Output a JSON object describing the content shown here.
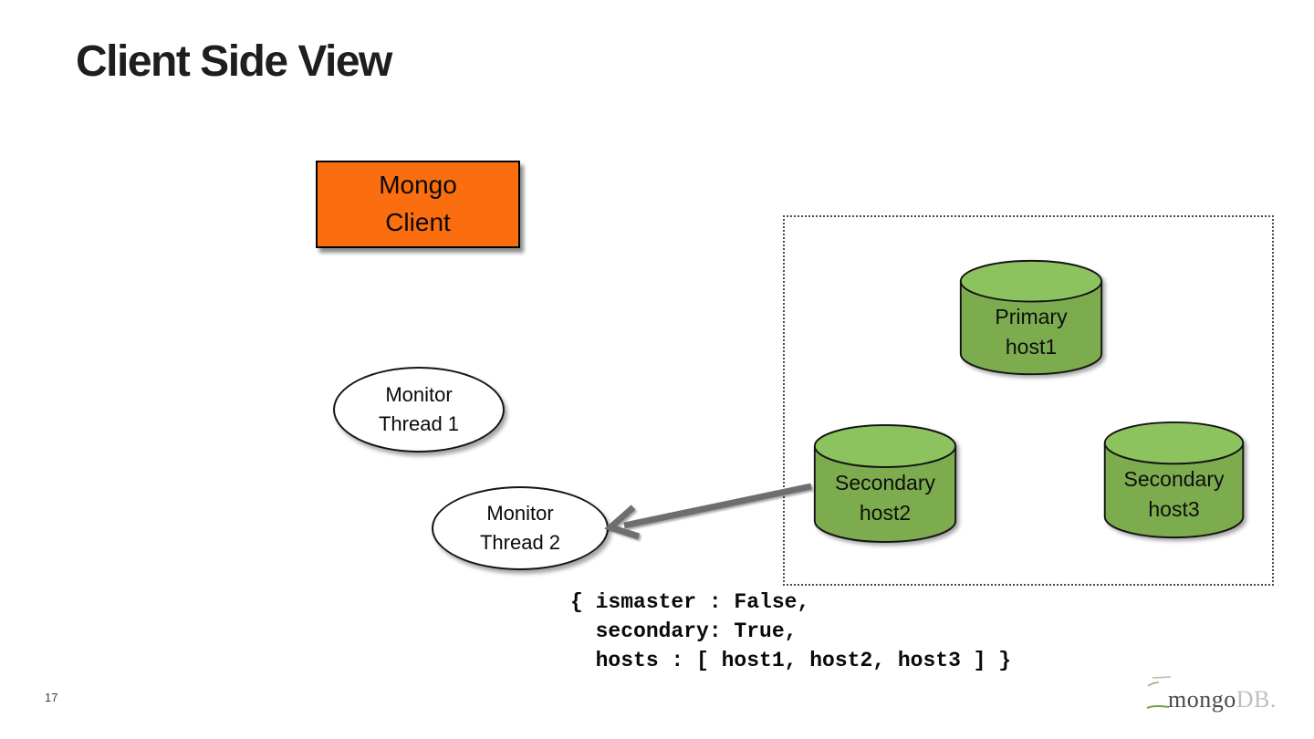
{
  "slide": {
    "title": "Client Side View",
    "page_number": "17"
  },
  "diagram": {
    "client_box": {
      "line1": "Mongo",
      "line2": "Client"
    },
    "monitor_threads": [
      {
        "line1": "Monitor",
        "line2": "Thread 1"
      },
      {
        "line1": "Monitor",
        "line2": "Thread 2"
      }
    ],
    "replica_set": {
      "nodes": [
        {
          "role": "Primary",
          "host": "host1"
        },
        {
          "role": "Secondary",
          "host": "host2"
        },
        {
          "role": "Secondary",
          "host": "host3"
        }
      ]
    },
    "ismaster_response": {
      "line1": "{ ismaster : False,",
      "line2": "  secondary: True,",
      "line3": "  hosts : [ host1, host2, host3 ] }"
    },
    "colors": {
      "client_box_fill": "#fb6e10",
      "cylinder_body": "#7dac4f",
      "cylinder_top": "#8dc35e",
      "arrow": "#6e6e6e",
      "logo_green": "#6ba442"
    }
  },
  "footer": {
    "logo_text_dark": "mongo",
    "logo_text_light": "DB."
  }
}
